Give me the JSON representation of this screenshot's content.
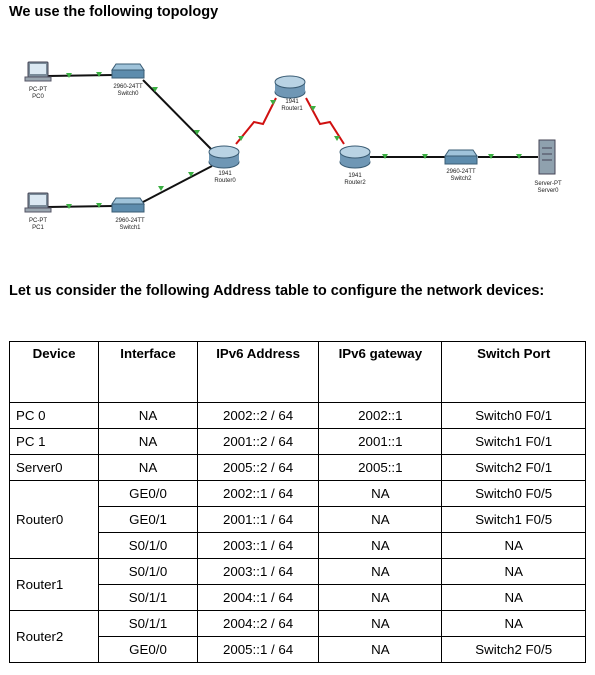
{
  "heading_topology": "We use the following topology",
  "heading_table": "Let us consider the following Address table to configure the network devices:",
  "topology": {
    "pc0": {
      "type": "PC-PT",
      "name": "PC0"
    },
    "pc1": {
      "type": "PC-PT",
      "name": "PC1"
    },
    "switch0": {
      "type": "2960-24TT",
      "name": "Switch0"
    },
    "switch1": {
      "type": "2960-24TT",
      "name": "Switch1"
    },
    "switch2": {
      "type": "2960-24TT",
      "name": "Switch2"
    },
    "router0": {
      "type": "1941",
      "name": "Router0"
    },
    "router1": {
      "type": "1941",
      "name": "Router1"
    },
    "router2": {
      "type": "1941",
      "name": "Router2"
    },
    "server0": {
      "type": "Server-PT",
      "name": "Server0"
    }
  },
  "table": {
    "headers": [
      "Device",
      "Interface",
      "IPv6 Address",
      "IPv6 gateway",
      "Switch Port"
    ],
    "rows": [
      [
        "PC 0",
        "NA",
        "2002::2 / 64",
        "2002::1",
        "Switch0 F0/1"
      ],
      [
        "PC 1",
        "NA",
        "2001::2 / 64",
        "2001::1",
        "Switch1 F0/1"
      ],
      [
        "Server0",
        "NA",
        "2005::2 / 64",
        "2005::1",
        "Switch2 F0/1"
      ],
      [
        "Router0",
        "GE0/0",
        "2002::1 / 64",
        "NA",
        "Switch0 F0/5"
      ],
      [
        "",
        "GE0/1",
        "2001::1 / 64",
        "NA",
        "Switch1 F0/5"
      ],
      [
        "",
        "S0/1/0",
        "2003::1 / 64",
        "NA",
        "NA"
      ],
      [
        "Router1",
        "S0/1/0",
        "2003::1 / 64",
        "NA",
        "NA"
      ],
      [
        "",
        "S0/1/1",
        "2004::1 / 64",
        "NA",
        "NA"
      ],
      [
        "Router2",
        "S0/1/1",
        "2004::2 / 64",
        "NA",
        "NA"
      ],
      [
        "",
        "GE0/0",
        "2005::1 / 64",
        "NA",
        "Switch2 F0/5"
      ]
    ]
  }
}
